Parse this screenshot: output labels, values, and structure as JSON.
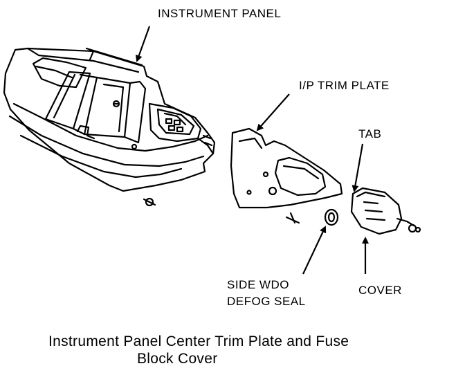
{
  "labels": {
    "instrument_panel": "INSTRUMENT PANEL",
    "ip_trim_plate": "I/P TRIM PLATE",
    "tab": "TAB",
    "side_wdo_line1": "SIDE WDO",
    "side_wdo_line2": "DEFOG SEAL",
    "cover": "COVER"
  },
  "caption": {
    "line1": "Instrument Panel Center Trim Plate and Fuse",
    "line2": "Block Cover"
  },
  "colors": {
    "ink": "#000000",
    "paper": "#ffffff"
  }
}
